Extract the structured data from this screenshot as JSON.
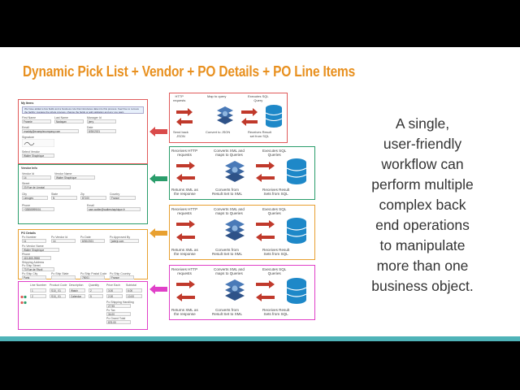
{
  "slide": {
    "title": "Dynamic Pick List + Vendor + PO Details + PO Line Items",
    "body_lines": [
      "A single,",
      "user-friendly",
      "workflow can",
      "perform multiple",
      "complex back",
      "end operations",
      "to manipulate",
      "more than one",
      "business object."
    ]
  },
  "colors": {
    "title": "#e8901f",
    "red": "#e05a5a",
    "green": "#2a9d6b",
    "orange": "#e8a030",
    "pink": "#e040c8",
    "arrow_red": "#c0392b",
    "db_blue": "#1e88c8",
    "teal_bar": "#4fb3b8"
  },
  "forms": {
    "red": {
      "section": "My Items",
      "notice": "We have added a few fields and a business rule that introduces data into this process. Feel free to remove the facility, manage the whole process, change the fields or add validation and any you want.",
      "first_name_label": "First Name",
      "first_name": "Frannie",
      "last_name_label": "Last Name",
      "last_name": "Nadayan",
      "manager_label": "Manager Id",
      "manager": "jerry",
      "email_label": "Email",
      "email": "vnaddy@examplecompany.com",
      "date_label": "Date",
      "date": "8/30/2021",
      "signature_label": "Signature",
      "vendor_label": "Select Vendor",
      "vendor": "Walter Shaphique"
    },
    "green": {
      "section": "Vendor Info",
      "vendor_id_label": "Vendor Id",
      "vendor_id": "14",
      "vendor_name_label": "Vendor Name",
      "vendor_name": "Walter Shaphique",
      "street_label": "Street",
      "street": "23 Rue de Limotal",
      "city_label": "City",
      "city": "Limoges",
      "state_label": "State",
      "state": "N",
      "zip_label": "Zip",
      "zip": "87100",
      "country_label": "Country",
      "country": "France",
      "phone_label": "Phone",
      "phone": "+33555999001",
      "email_label": "Email",
      "email": "sam.walter@waltershaphique.fr"
    },
    "orange": {
      "section": "PO Details",
      "po_number_label": "Po Number",
      "po_number": "11",
      "po_vendor_label": "Po Vendor Id",
      "po_vendor": "14",
      "po_date_label": "Po Date",
      "po_date": "8/30/2021",
      "po_approved_label": "Po Approved By",
      "po_approved": "jwterjr.com",
      "po_vendor_name_label": "Po Vendor Name",
      "po_vendor_name": "Walter Shaphique",
      "po_phone_label": "Phone",
      "po_phone": "415-865-9988",
      "ship_ref_label": "Shipping Address",
      "ship_street_label": "Po Ship Street",
      "ship_street": "73 Rue de Rivoli",
      "ship_city_label": "Po Ship City",
      "ship_city": "Paris",
      "ship_state_label": "Po Ship State",
      "ship_state": "",
      "ship_zip_label": "Po Ship Postal Code",
      "ship_zip": "75001",
      "ship_country_label": "Po Ship Country",
      "ship_country": "France"
    },
    "pink": {
      "col_line": "Line Number",
      "col_product": "Product Code",
      "col_description": "Description",
      "col_quantity": "Quantity",
      "col_price": "Price Each",
      "col_subtotal": "Subtotal",
      "rows": [
        {
          "line": "1",
          "product": "S10_ 01",
          "description": "Watch",
          "quantity": "2",
          "price": "3.00",
          "subtotal": "6.00"
        },
        {
          "line": "2",
          "product": "S10_ 01",
          "description": "Calendar",
          "quantity": "5",
          "price": "2.00",
          "subtotal": "10.00"
        }
      ],
      "shipping_label": "Po Shipping Handling",
      "shipping": "27.95",
      "tax_label": "Po Tax",
      "tax": "34.00",
      "grand_label": "Po Grand Total",
      "grand": "876.00"
    }
  },
  "panels": {
    "p1": {
      "http": "HTTP\nrequests",
      "map": "Map to query",
      "sql": "Executes SQL\nQuery",
      "send": "Send back\nJSON",
      "convert": "Convert to JSON",
      "receive": "Receives Result\nset from SQL"
    },
    "p2": {
      "http": "Receives HTTP\nrequests",
      "map": "Converts XML and\nmaps to Queries",
      "sql": "Executes SQL\nQueries",
      "send": "Returns XML as\nthe response",
      "convert": "Converts from\nResult Set to XML",
      "receive": "Receives Result\nSets from SQL"
    },
    "p3": {
      "http": "Receives HTTP\nrequests",
      "map": "Converts XML and\nmaps to Queries",
      "sql": "Executes SQL\nQueries",
      "send": "Returns XML as\nthe response",
      "convert": "Converts from\nResult Set to XML",
      "receive": "Receives Result\nSets from SQL"
    },
    "p4": {
      "http": "Receives HTTP\nrequests",
      "map": "Converts XML and\nmaps to Queries",
      "sql": "Executes SQL\nQueries",
      "send": "Returns XML as\nthe response",
      "convert": "Converts from\nResult Set to XML",
      "receive": "Receives Result\nSets from SQL"
    }
  }
}
